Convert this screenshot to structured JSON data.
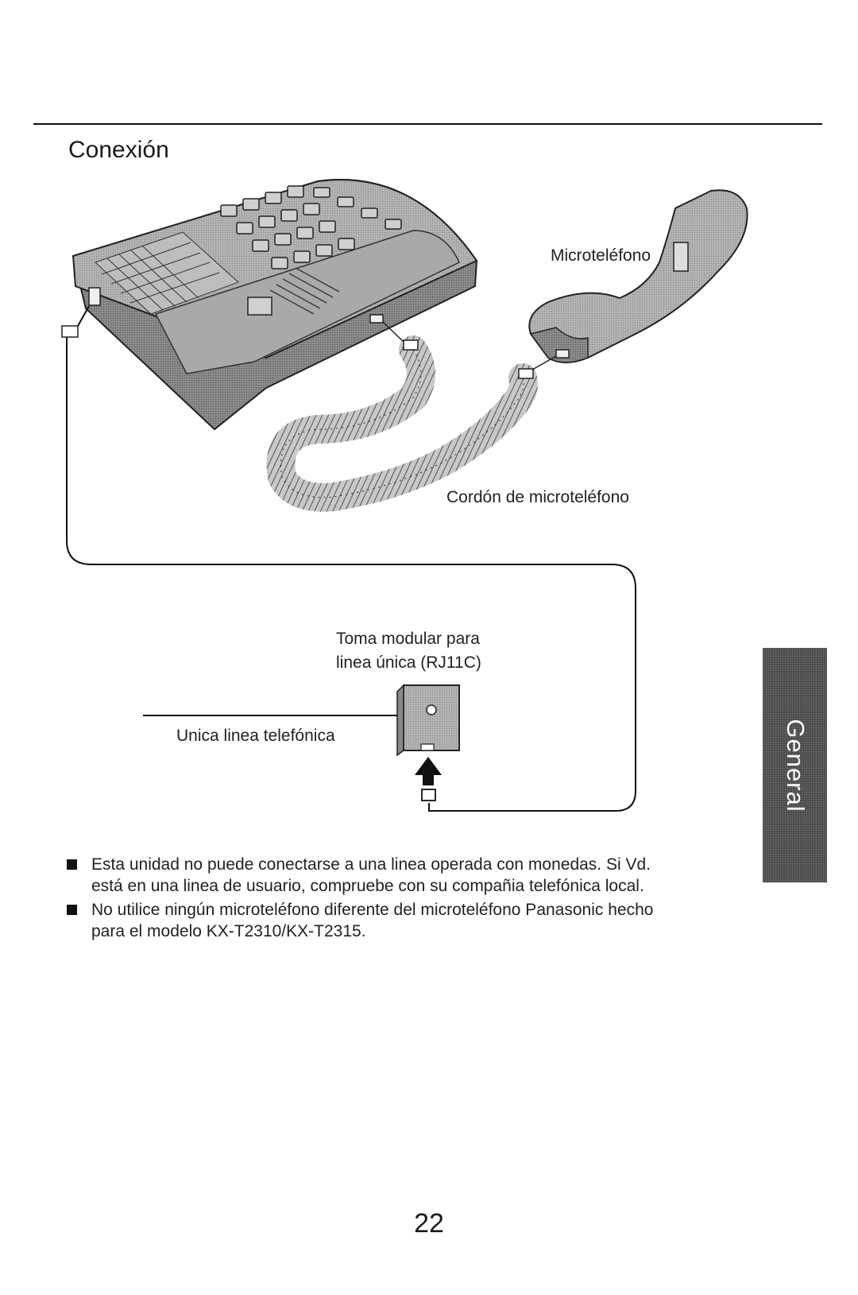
{
  "page": {
    "heading": "Conexión",
    "side_tab": "General",
    "page_number": "22"
  },
  "figure": {
    "labels": {
      "handset": "Microteléfono",
      "handset_cord": "Cordón de microteléfono",
      "jack_line1": "Toma modular para",
      "jack_line2": "linea única (RJ11C)",
      "phone_line": "Unica linea telefónica"
    }
  },
  "notes": [
    {
      "line1": "Esta unidad no puede conectarse a una linea operada con monedas. Si Vd.",
      "line2": "está en una linea de usuario, compruebe con su compañia telefónica local."
    },
    {
      "line1": "No utilice ningún microteléfono diferente del microteléfono Panasonic hecho",
      "line2": "para el modelo KX-T2310/KX-T2315."
    }
  ]
}
